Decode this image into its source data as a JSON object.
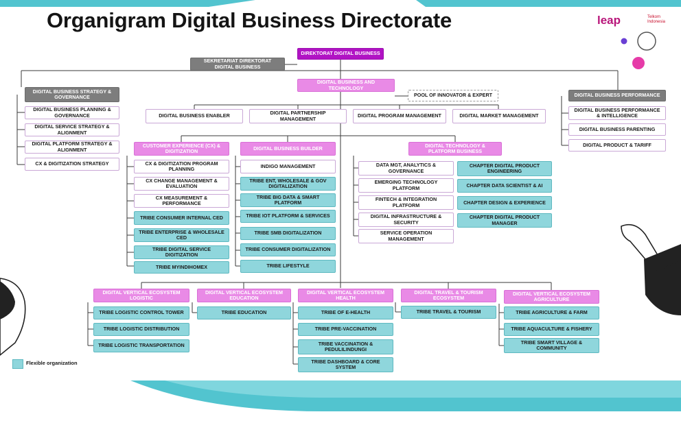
{
  "title": "Organigram Digital Business Directorate",
  "logos": {
    "leap": "leap",
    "telkom": "Telkom Indonesia"
  },
  "colors": {
    "teal": "#8fd6dc",
    "magenta": "#e98ae6",
    "purple": "#b113c4",
    "gray": "#7d7d7d",
    "banner": "#52c4cf"
  },
  "legend": {
    "label": "Flexible organization"
  },
  "top": {
    "directorate": "DIREKTORAT DIGITAL BUSINESS",
    "secretariat": "SEKRETARIAT DIREKTORAT DIGITAL BUSINESS",
    "dbt": "DIGITAL BUSINESS AND TECHNOLOGY",
    "pool": "POOL OF INNOVATOR & EXPERT"
  },
  "left": {
    "head": "DIGITAL BUSINESS STRATEGY & GOVERNANCE",
    "items": [
      "DIGITAL BUSINESS PLANNING & GOVERNANCE",
      "DIGITAL SERVICE STRATEGY & ALIGNMENT",
      "DIGITAL PLATFORM STRATEGY & ALIGNMENT",
      "CX & DIGITIZATION STRATEGY"
    ]
  },
  "right": {
    "head": "DIGITAL BUSINESS PERFORMANCE",
    "items": [
      "DIGITAL BUSINESS PERFORMANCE & INTELLIGENCE",
      "DIGITAL BUSINESS PARENTING",
      "DIGITAL PRODUCT & TARIFF"
    ]
  },
  "row2": [
    "DIGITAL BUSINESS ENABLER",
    "DIGITAL PARTNERSHIP MANAGEMENT",
    "DIGITAL PROGRAM MANAGEMENT",
    "DIGITAL MARKET MANAGEMENT"
  ],
  "cx": {
    "head": "CUSTOMER EXPERIENCE (CX) & DIGITIZATION",
    "items": [
      "CX & DIGITIZATION PROGRAM PLANNING",
      "CX CHANGE MANAGEMENT & EVALUATION",
      "CX MEASUREMENT & PERFORMANCE",
      "TRIBE CONSUMER INTERNAL CED",
      "TRIBE ENTERPRISE & WHOLESALE CED",
      "TRIBE DIGITAL SERVICE DIGITIZATION",
      "TRIBE MYINDIHOMEX"
    ]
  },
  "builder": {
    "head": "DIGITAL BUSINESS BUILDER",
    "items": [
      "INDIGO MANAGEMENT",
      "TRIBE ENT, WHOLESALE & GOV DIGITALIZATION",
      "TRIBE BIG DATA & SMART PLATFORM",
      "TRIBE IOT PLATFORM & SERVICES",
      "TRIBE SMB DIGITALIZATION",
      "TRIBE CONSUMER DIGITALIZATION",
      "TRIBE LIFESTYLE"
    ]
  },
  "tech": {
    "head": "DIGITAL TECHNOLOGY & PLATFORM BUSINESS",
    "left": [
      "DATA MGT, ANALYTICS & GOVERNANCE",
      "EMERGING TECHNOLOGY PLATFORM",
      "FINTECH & INTEGRATION PLATFORM",
      "DIGITAL INFRASTRUCTURE & SECURITY",
      "SERVICE OPERATION MANAGEMENT"
    ],
    "right": [
      "CHAPTER DIGITAL PRODUCT ENGINEERING",
      "CHAPTER DATA SCIENTIST & AI",
      "CHAPTER DESIGN & EXPERIENCE",
      "CHAPTER DIGITAL PRODUCT MANAGER"
    ]
  },
  "verticals": [
    {
      "head": "DIGITAL VERTICAL ECOSYSTEM LOGISTIC",
      "items": [
        "TRIBE LOGISTIC CONTROL TOWER",
        "TRIBE LOGISTIC DISTRIBUTION",
        "TRIBE LOGISTIC TRANSPORTATION"
      ]
    },
    {
      "head": "DIGITAL VERTICAL ECOSYSTEM EDUCATION",
      "items": [
        "TRIBE EDUCATION"
      ]
    },
    {
      "head": "DIGITAL VERTICAL ECOSYSTEM HEALTH",
      "items": [
        "TRIBE OF E-HEALTH",
        "TRIBE PRE-VACCINATION",
        "TRIBE VACCINATION & PEDULILINDUNGI",
        "TRIBE DASHBOARD & CORE SYSTEM"
      ]
    },
    {
      "head": "DIGITAL TRAVEL & TOURISM ECOSYSTEM",
      "items": [
        "TRIBE TRAVEL & TOURISM"
      ]
    },
    {
      "head": "DIGITAL VERTICAL ECOSYSTEM AGRICULTURE",
      "items": [
        "TRIBE AGRICULTURE & FARM",
        "TRIBE AQUACULTURE & FISHERY",
        "TRIBE SMART VILLAGE & COMMUNITY"
      ]
    }
  ]
}
